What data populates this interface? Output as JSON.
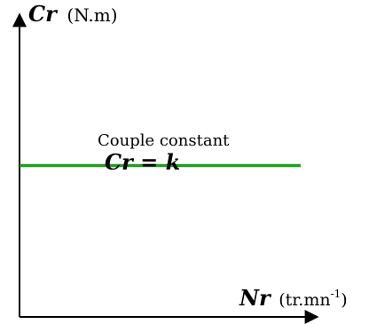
{
  "chart_data": {
    "type": "line",
    "title": "",
    "grid": false,
    "y_axis": {
      "symbol": "Cr",
      "unit": "(N.m)"
    },
    "x_axis": {
      "symbol": "Nr",
      "unit_base": "(tr.mn",
      "unit_exponent": "-1",
      "unit_close": ")"
    },
    "annotation": {
      "caption": "Couple constant",
      "formula_left": "Cr",
      "formula_op": " = ",
      "formula_right": "k"
    },
    "series": [
      {
        "values": "constant",
        "points": [
          {
            "x": 0.0,
            "y": 0.5
          },
          {
            "x": 1.0,
            "y": 0.5
          }
        ]
      }
    ],
    "x_range": [
      0,
      1.06
    ],
    "y_range": [
      0,
      1.0
    ],
    "line_color": "#1f9e1f",
    "axis_color": "#000000"
  }
}
